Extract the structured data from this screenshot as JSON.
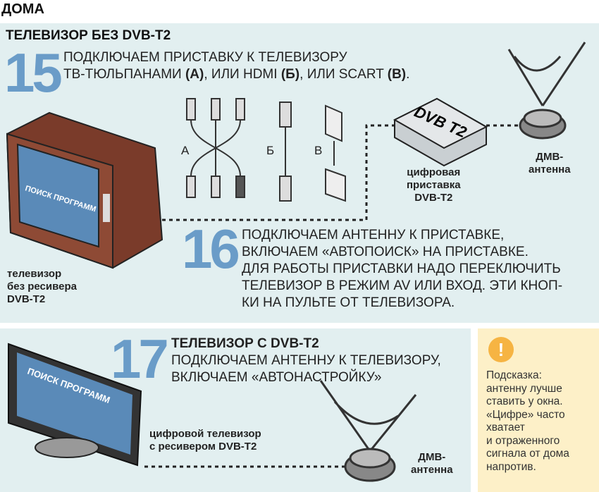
{
  "section_title": "ДОМА",
  "top": {
    "heading": "ТЕЛЕВИЗОР БЕЗ DVB-T2",
    "step15": {
      "number": "15",
      "line1": "ПОДКЛЮЧАЕМ ПРИСТАВКУ К ТЕЛЕВИЗОРУ",
      "line2_a": "ТВ-ТЮЛЬПАНАМИ ",
      "a": "(А)",
      "line2_b": ", ИЛИ HDMI ",
      "b": "(Б)",
      "line2_c": ", ИЛИ SCART ",
      "c": "(В)",
      "line2_d": "."
    },
    "cable_labels": [
      "А",
      "Б",
      "В"
    ],
    "box_logo": "DVB T2",
    "box_label": [
      "цифровая",
      "приставка",
      "DVB-T2"
    ],
    "antenna_label": [
      "ДМВ-",
      "антенна"
    ],
    "tv_screen": "ПОИСК ПРОГРАММ",
    "tv_label": [
      "телевизор",
      "без ресивера",
      "DVB-T2"
    ],
    "step16": {
      "number": "16",
      "lines": [
        "ПОДКЛЮЧАЕМ АНТЕННУ К ПРИСТАВКЕ,",
        "ВКЛЮЧАЕМ «АВТОПОИСК» НА ПРИСТАВКЕ.",
        "ДЛЯ РАБОТЫ ПРИСТАВКИ НАДО ПЕРЕКЛЮЧИТЬ",
        "ТЕЛЕВИЗОР В РЕЖИМ AV ИЛИ ВХОД. ЭТИ КНОП-",
        "КИ НА ПУЛЬТЕ ОТ ТЕЛЕВИЗОРА."
      ]
    }
  },
  "bottom": {
    "step17": {
      "number": "17",
      "heading": "ТЕЛЕВИЗОР С DVB-T2",
      "lines": [
        "ПОДКЛЮЧАЕМ АНТЕННУ К ТЕЛЕВИЗОРУ,",
        "ВКЛЮЧАЕМ «АВТОНАСТРОЙКУ»"
      ]
    },
    "tv_screen": "ПОИСК ПРОГРАММ",
    "tv_label": [
      "цифровой телевизор",
      "с ресивером DVB-T2"
    ],
    "antenna_label": [
      "ДМВ-",
      "антенна"
    ]
  },
  "hint": {
    "icon": "exclamation-icon",
    "lines": [
      "Подсказка:",
      "антенну лучше",
      "ставить у окна.",
      "«Цифре» часто",
      "хватает",
      "и отраженного",
      "сигнала от дома",
      "напротив."
    ]
  },
  "colors": {
    "panel": "#e2eff0",
    "accent": "#6a9cc8",
    "hint_bg": "#fdf0c8",
    "hint_icon": "#f6b443"
  }
}
